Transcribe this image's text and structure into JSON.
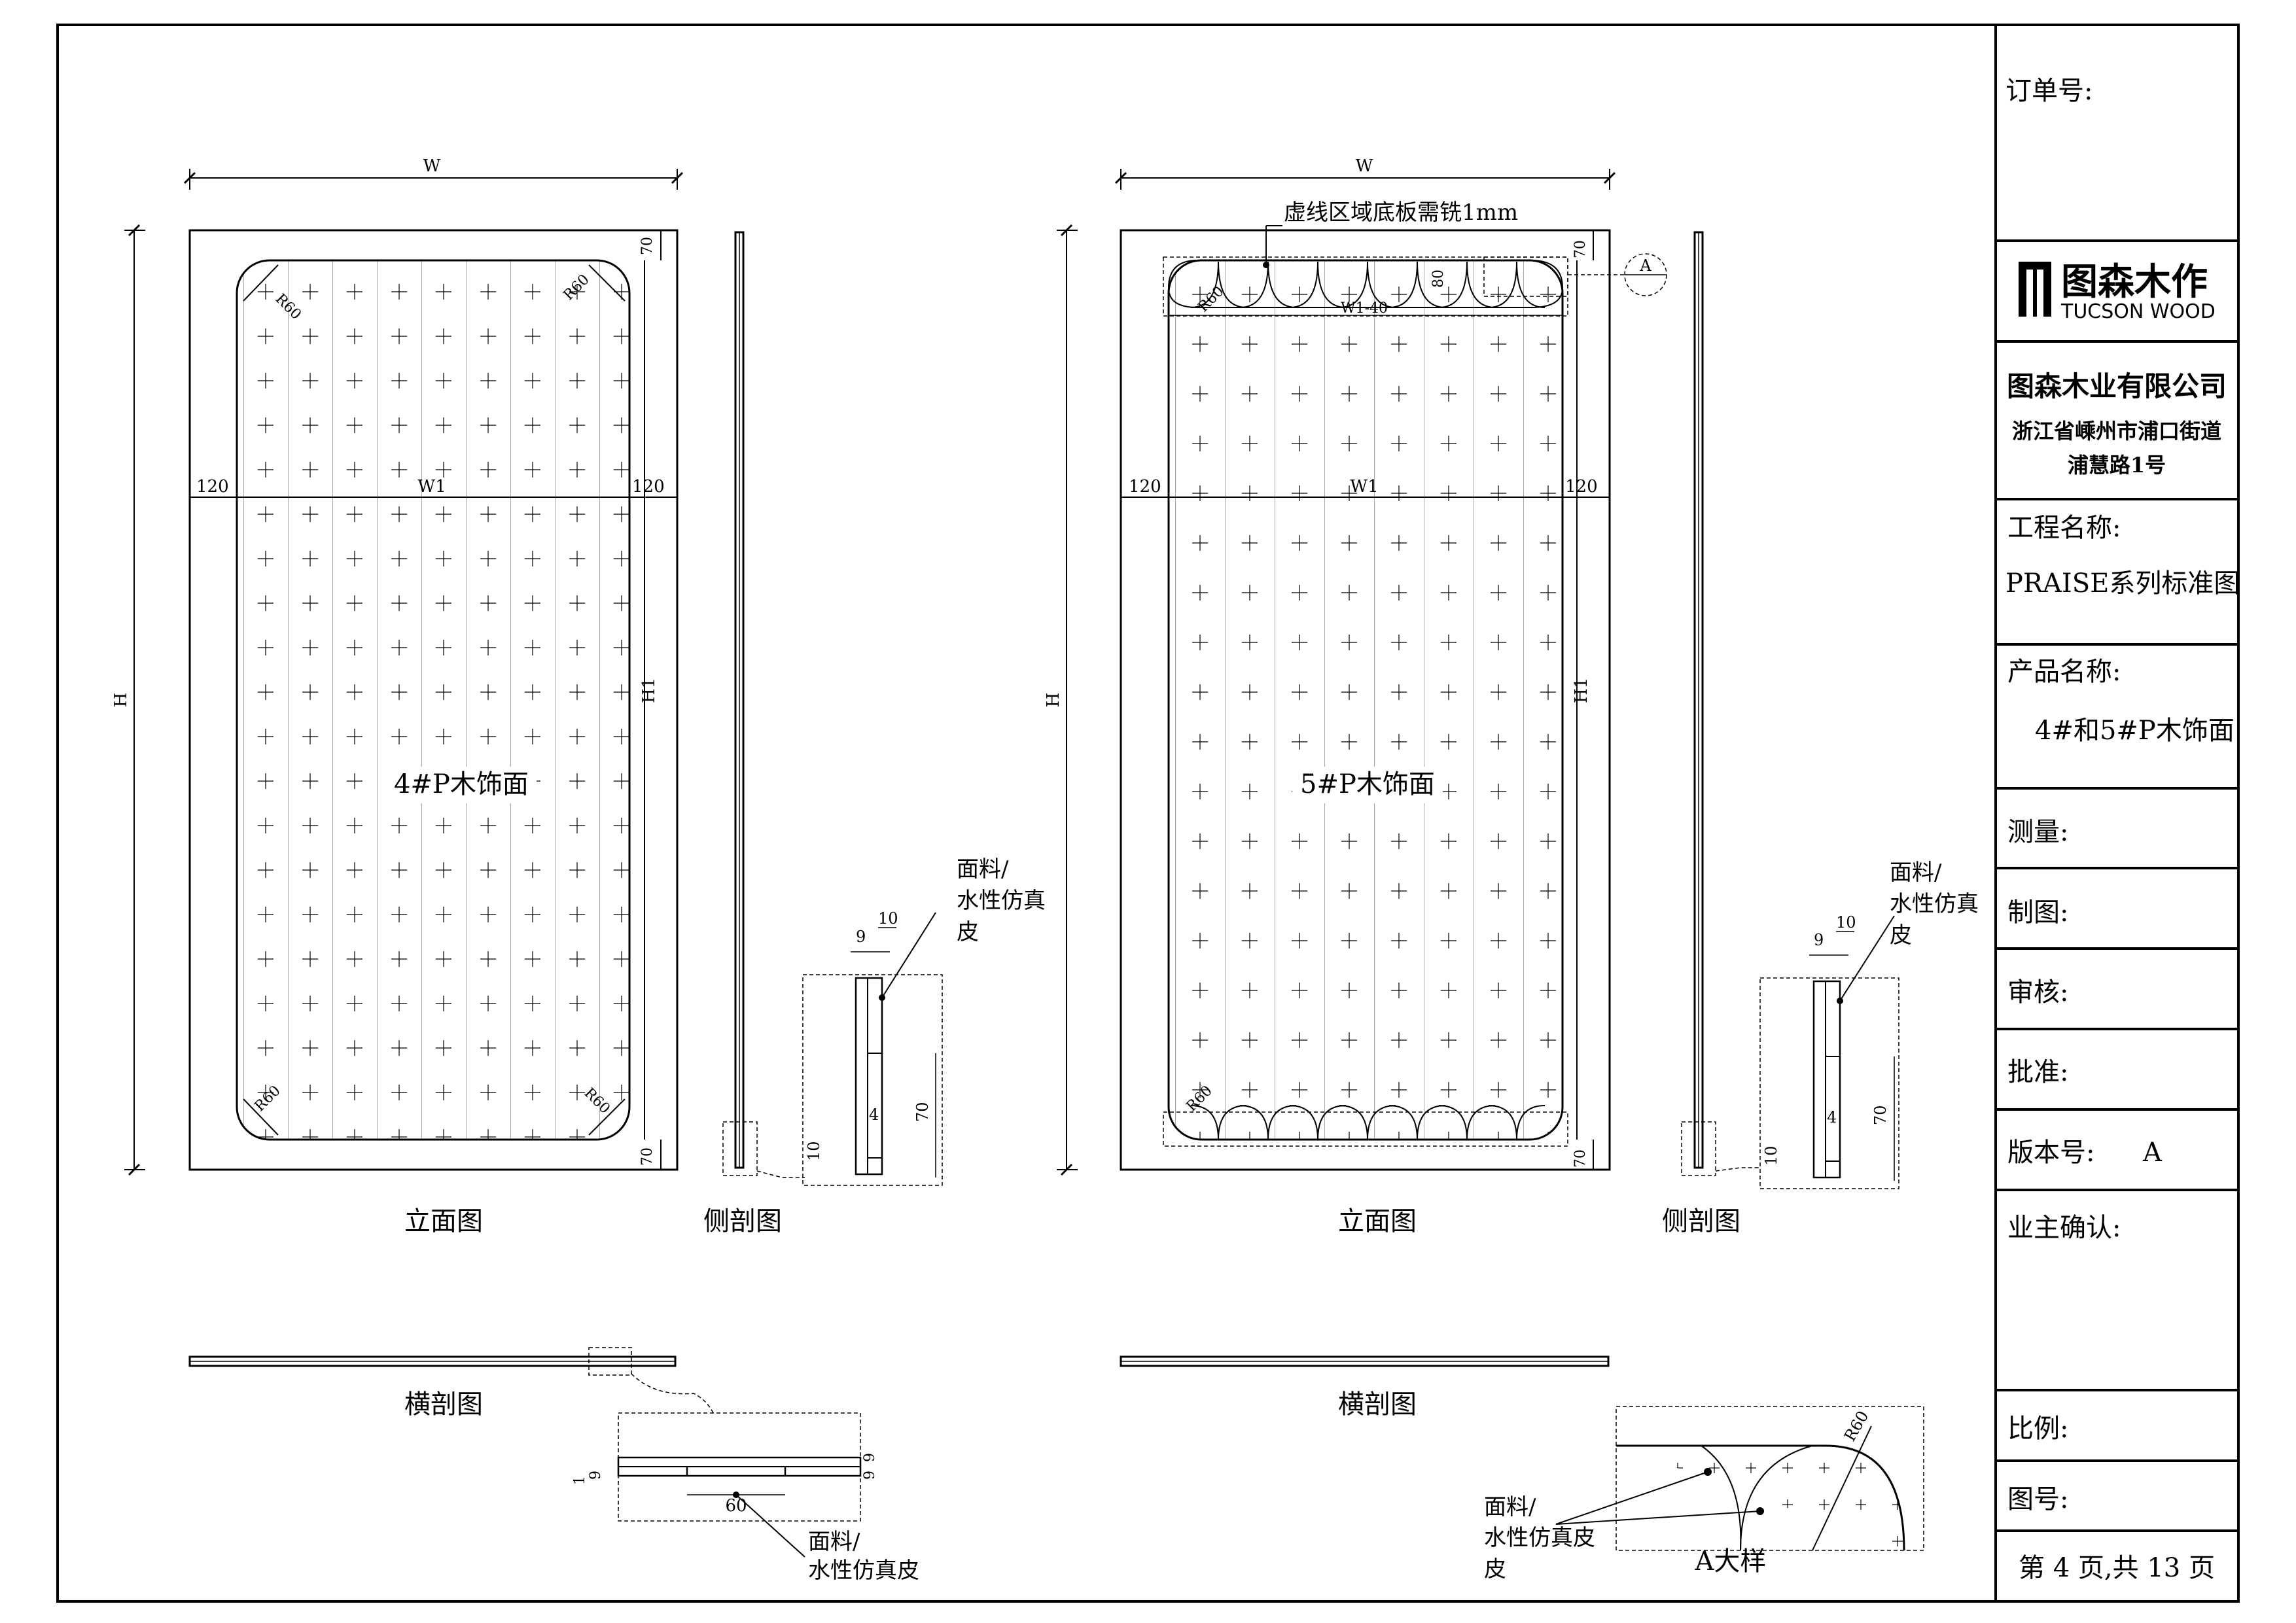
{
  "title_block": {
    "order_no_label": "订单号:",
    "logo_cn": "图森木作",
    "logo_en": "TUCSON WOOD",
    "company_name": "图森木业有限公司",
    "address_line1": "浙江省嵊州市浦口街道",
    "address_line2": "浦慧路1号",
    "project_label": "工程名称:",
    "project_value": "PRAISE系列标准图",
    "product_label": "产品名称:",
    "product_value": "4#和5#P木饰面",
    "measure_label": "测量:",
    "draft_label": "制图:",
    "review_label": "审核:",
    "approve_label": "批准:",
    "version_label": "版本号:",
    "version_value": "A",
    "owner_confirm_label": "业主确认:",
    "scale_label": "比例:",
    "drawing_no_label": "图号:",
    "page_info": "第 4 页,共 13 页"
  },
  "left_panel": {
    "dim_w": "W",
    "dim_h": "H",
    "dim_w1": "W1",
    "dim_h1": "H1",
    "dim_120_left": "120",
    "dim_120_right": "120",
    "dim_70_top": "70",
    "dim_70_bottom": "70",
    "radius_tl": "R60",
    "radius_tr": "R60",
    "radius_bl": "R60",
    "radius_br": "R60",
    "panel_name": "4#P木饰面",
    "elevation_caption": "立面图",
    "side_section_caption": "侧剖图",
    "horizontal_section_caption": "横剖图",
    "side_detail": {
      "dim_9": "9",
      "dim_10_top": "10",
      "dim_4": "4",
      "dim_10_bottom": "10",
      "dim_70": "70",
      "material_line1": "面料/",
      "material_line2": "水性仿真",
      "material_line3": "皮"
    },
    "horiz_detail": {
      "dim_1": "1",
      "dim_9_left": "9",
      "dim_9_right": "9",
      "dim_9_right2": "9",
      "dim_60": "60",
      "material_line1": "面料/",
      "material_line2": "水性仿真皮"
    }
  },
  "right_panel": {
    "dim_w": "W",
    "dim_h": "H",
    "dim_w1": "W1",
    "dim_h1": "H1",
    "dim_w1_minus": "W1-40",
    "dim_80": "80",
    "dim_120_left": "120",
    "dim_120_right": "120",
    "dim_70_top": "70",
    "dim_70_bottom": "70",
    "radius_tl": "R60",
    "radius_bl": "R60",
    "mill_note": "虚线区域底板需铣1mm",
    "callout_a": "A",
    "panel_name": "5#P木饰面",
    "elevation_caption": "立面图",
    "side_section_caption": "侧剖图",
    "horizontal_section_caption": "横剖图",
    "side_detail": {
      "dim_9": "9",
      "dim_10_top": "10",
      "dim_4": "4",
      "dim_10_bottom": "10",
      "dim_70": "70",
      "material_line1": "面料/",
      "material_line2": "水性仿真",
      "material_line3": "皮"
    },
    "detail_a": {
      "radius": "R60",
      "material_line1": "面料/",
      "material_line2": "水性仿真皮",
      "material_line3": "皮",
      "caption": "A大样"
    }
  }
}
